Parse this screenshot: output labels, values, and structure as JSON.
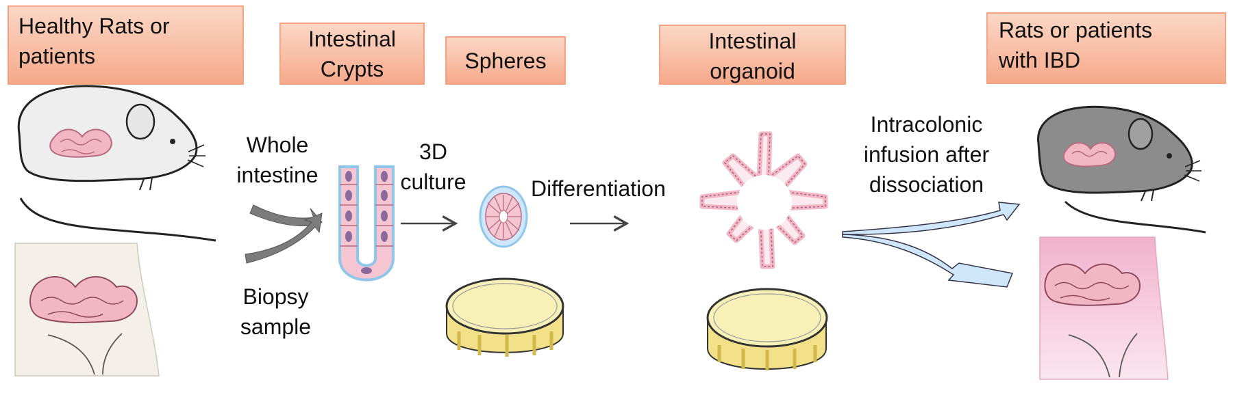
{
  "headers": {
    "healthy": "Healthy Rats or\npatients",
    "crypts": "Intestinal\nCrypts",
    "spheres": "Spheres",
    "organoid": "Intestinal\norganoid",
    "ibd": "Rats or patients\nwith IBD"
  },
  "labels": {
    "whole_intestine": "Whole\nintestine",
    "biopsy": "Biopsy\nsample",
    "culture": "3D\nculture",
    "differentiation": "Differentiation",
    "infusion": "Intracolonic\ninfusion after\ndissociation"
  },
  "colors": {
    "box_fill_top": "#fbd7c6",
    "box_fill_bottom": "#f6a98a",
    "box_border": "#f4a282",
    "intestine_pink": "#f2b6c4",
    "healthy_rat": "#eeeeee",
    "ibd_rat": "#8c8c8c",
    "dish_yellow": "#f7f1b8",
    "infusion_arrow": "#cfe6fb"
  }
}
